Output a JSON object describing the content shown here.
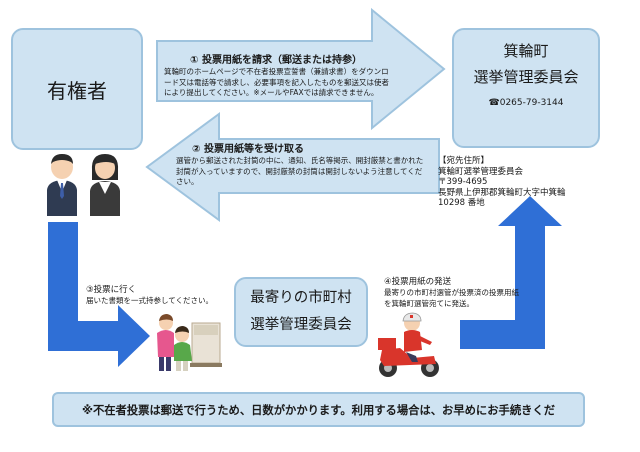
{
  "voter_box": {
    "label": "有権者"
  },
  "election_board_box": {
    "town": "箕輪町",
    "name": "選挙管理委員会",
    "phone": "☎0265-79-3144"
  },
  "address_block": {
    "header": "【宛先住所】",
    "lines": [
      "箕輪町選挙管理委員会",
      "〒399-4695",
      "長野県上伊那郡箕輪町大字中箕輪",
      "10298 番地"
    ]
  },
  "step1": {
    "title": "① 投票用紙を請求（郵送または持参）",
    "body": "箕輪町のホームページで不在者投票宣誓書（兼請求書）をダウンロード又は電話等で請求し、必要事項を記入したものを郵送又は使者により提出してください。※メールやFAXでは請求できません。"
  },
  "step2": {
    "title": "② 投票用紙等を受け取る",
    "body": "選管から郵送された封筒の中に、通知、氏名等掲示、開封厳禁と書かれた封筒が入っていますので、開封厳禁の封筒は開封しないよう注意してください。"
  },
  "step3": {
    "title": "③投票に行く",
    "body": "届いた書類を一式持参してください。"
  },
  "step4": {
    "title": "④投票用紙の発送",
    "body": "最寄りの市町村選管が投票済の投票用紙を箕輪町選管宛てに発送。"
  },
  "nearest_box": {
    "line1": "最寄りの市町村",
    "line2": "選挙管理委員会"
  },
  "notice": "※不在者投票は郵送で行うため、日数がかかります。利用する場合は、お早めにお手続きくだ",
  "colors": {
    "arrow_fill": "#cfe3f2",
    "arrow_stroke": "#9ec3de",
    "blue_arrow": "#2f6fd6"
  },
  "icons": [
    "man-voter-icon",
    "woman-voter-icon",
    "voting-people-icon",
    "postman-scooter-icon"
  ]
}
